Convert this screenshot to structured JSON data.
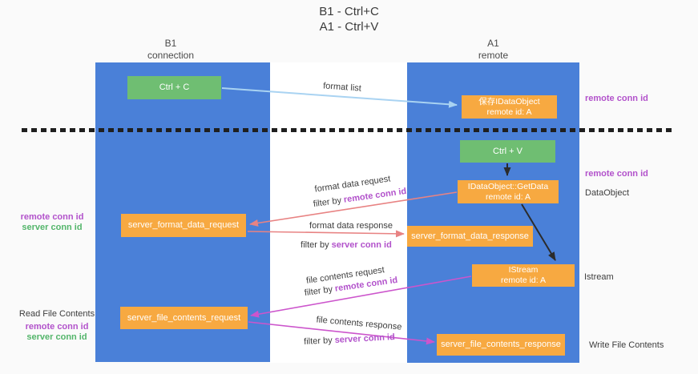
{
  "title": {
    "line1": "B1 - Ctrl+C",
    "line2": "A1 - Ctrl+V"
  },
  "lanes": {
    "b1": {
      "name": "B1",
      "role": "connection"
    },
    "a1": {
      "name": "A1",
      "role": "remote"
    }
  },
  "nodes": {
    "ctrl_c": {
      "label": "Ctrl + C"
    },
    "save_dataobject": {
      "line1": "保存IDataObject",
      "line2": "remote id: A"
    },
    "ctrl_v": {
      "label": "Ctrl + V"
    },
    "getdata": {
      "line1": "IDataObject::GetData",
      "line2": "remote id: A"
    },
    "format_request": {
      "label": "server_format_data_request"
    },
    "format_response": {
      "label": "server_format_data_response"
    },
    "istream": {
      "line1": "IStream",
      "line2": "remote id: A"
    },
    "file_request": {
      "label": "server_file_contents_request"
    },
    "file_response": {
      "label": "server_file_contents_response"
    }
  },
  "annotations": {
    "right_remote_conn_id_top": "remote conn id",
    "right_remote_conn_id_mid": "remote conn id",
    "right_dataobject": "DataObject",
    "right_istream": "Istream",
    "right_write_file_contents": "Write File Contents",
    "left_remote_conn_id_top": "remote conn id",
    "left_server_conn_id_top": "server conn id",
    "left_read_file_contents": "Read File Contents",
    "left_remote_conn_id_bottom": "remote conn id",
    "left_server_conn_id_bottom": "server conn id"
  },
  "flows": {
    "format_list": {
      "label": "format list"
    },
    "format_data_request": {
      "label": "format data request",
      "filter_prefix": "filter by",
      "filter_key": "remote conn id"
    },
    "format_data_response": {
      "label": "format data response",
      "filter_prefix": "filter by",
      "filter_key": "server conn id"
    },
    "file_contents_request": {
      "label": "file contents request",
      "filter_prefix": "filter by",
      "filter_key": "remote conn id"
    },
    "file_contents_response": {
      "label": "file contents response",
      "filter_prefix": "filter by",
      "filter_key": "server conn id"
    }
  },
  "colors": {
    "lane_blue": "#4a80d8",
    "node_orange": "#f7a941",
    "node_green": "#6fbe72",
    "conn_id_purple": "#b252cb",
    "conn_id_green": "#53b56a",
    "arrow_salmon": "#e88383",
    "arrow_magenta": "#cc55cc",
    "arrow_lightblue": "#a9d3f2",
    "arrow_black": "#2b2b2b"
  }
}
